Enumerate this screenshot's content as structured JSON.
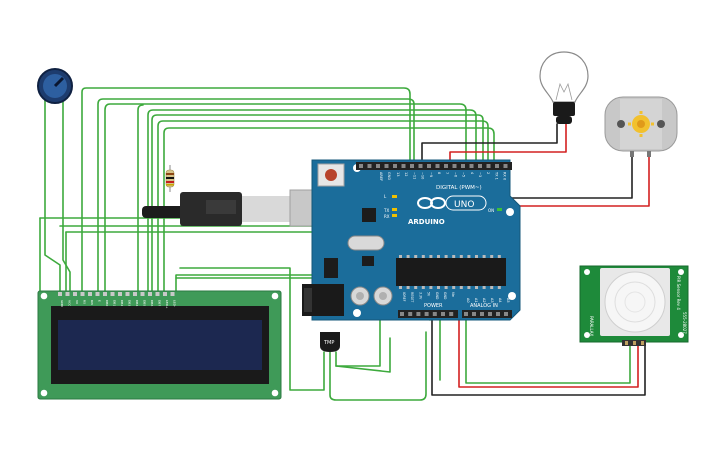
{
  "arduino": {
    "brand": "ARDUINO",
    "model": "UNO",
    "digital_label": "DIGITAL (PWM~)",
    "power_label": "POWER",
    "analog_label": "ANALOG IN",
    "aref": "AREF",
    "gnd": "GND",
    "top_pins": [
      "13",
      "12",
      "~11",
      "~10",
      "~9",
      "8",
      "7",
      "~6",
      "~5",
      "4",
      "~3",
      "2",
      "TX 1",
      "RX 0"
    ],
    "power_pins": [
      "IOREF",
      "RESET",
      "3.3V",
      "5V",
      "GND",
      "GND",
      "Vin"
    ],
    "analog_pins": [
      "A0",
      "A1",
      "A2",
      "A3",
      "A4",
      "A5"
    ],
    "led_tx": "TX",
    "led_rx": "RX",
    "led_on": "ON",
    "led_l": "L"
  },
  "tmp_sensor": {
    "label": "TMP"
  },
  "pir": {
    "title": "PIR Sensor Rev 4",
    "model": "555-28027",
    "brand": "PARALLAX"
  },
  "lcd": {
    "pins": [
      "GND",
      "VCC",
      "V0",
      "RS",
      "RW",
      "E",
      "DB0",
      "DB1",
      "DB2",
      "DB3",
      "DB4",
      "DB5",
      "DB6",
      "DB7",
      "LED+",
      "LED-"
    ]
  },
  "colors": {
    "wire_green": "#3daa3d",
    "wire_red": "#d32020",
    "wire_black": "#222222",
    "board_blue": "#1b6d9b",
    "lcd_green": "#3f9a58",
    "lcd_screen": "#1c2850",
    "pir_green": "#1e8a3a"
  },
  "icons": {
    "potentiometer": "potentiometer-icon",
    "bulb": "light-bulb-icon",
    "motor": "dc-motor-icon",
    "resistor": "resistor-icon",
    "usb": "usb-cable-icon"
  }
}
